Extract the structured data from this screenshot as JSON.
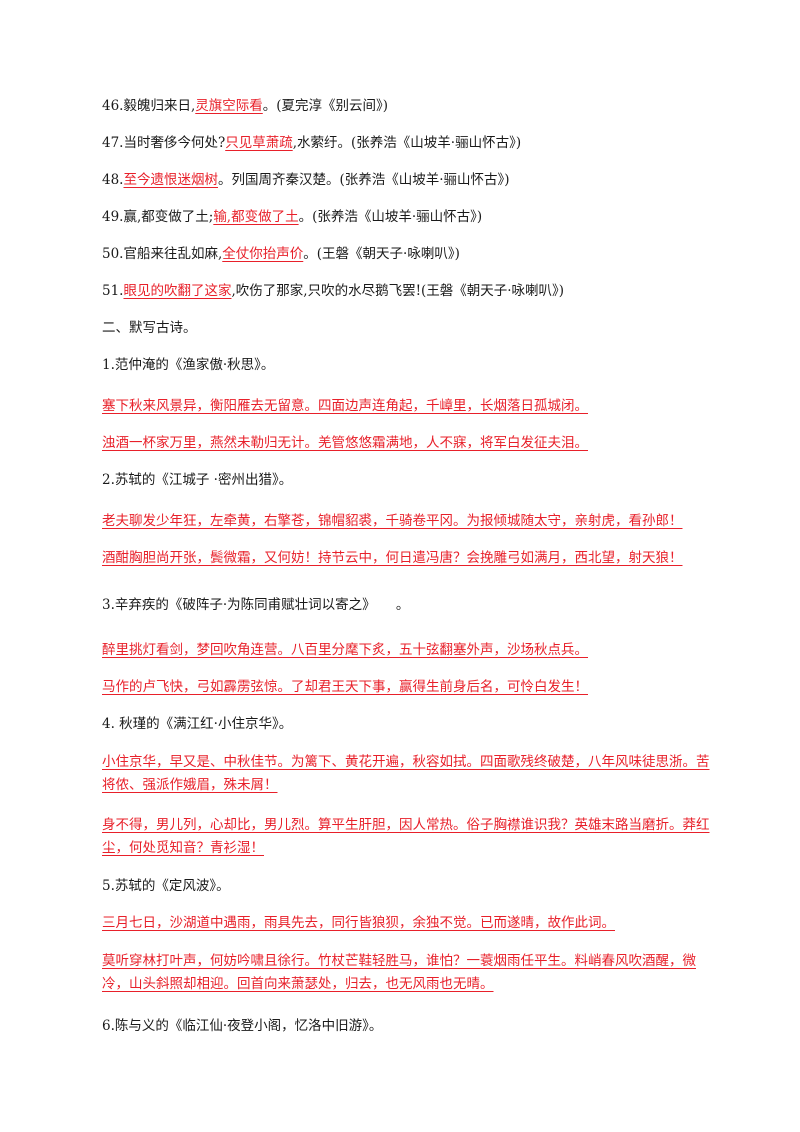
{
  "items": [
    {
      "pre": "46.毅魄归来日,",
      "hl": "灵旗空际看",
      "post": "。(夏完淳《别云间》)"
    },
    {
      "pre": "47.当时奢侈今何处?",
      "hl": "只见草萧疏",
      "post": ",水萦纡。(张养浩《山坡羊·骊山怀古》)"
    },
    {
      "pre": "48.",
      "hl": "至今遗恨迷烟树",
      "post": "。列国周齐秦汉楚。(张养浩《山坡羊·骊山怀古》)"
    },
    {
      "pre": "49.赢,都变做了土;",
      "hl": "输,都变做了土",
      "post": "。(张养浩《山坡羊·骊山怀古》)"
    },
    {
      "pre": "50.官船来往乱如麻,",
      "hl": "全仗你抬声价",
      "post": "。(王磐《朝天子·咏喇叭》)"
    },
    {
      "pre": "51.",
      "hl": "眼见的吹翻了这家",
      "post": ",吹伤了那家,只吹的水尽鹅飞罢!(王磐《朝天子·咏喇叭》)"
    }
  ],
  "section_title": "二、默写古诗。",
  "poems": [
    {
      "title": "1.范仲淹的《渔家傲·秋思》。",
      "lines": [
        "塞下秋来风景异，衡阳雁去无留意。四面边声连角起，千嶂里，长烟落日孤城闭。",
        "浊酒一杯家万里，燕然未勒归无计。羌管悠悠霜满地，人不寐，将军白发征夫泪。"
      ]
    },
    {
      "title": "2.苏轼的《江城子 ·密州出猎》。",
      "lines": [
        "老夫聊发少年狂，左牵黄，右擎苍，锦帽貂裘，千骑卷平冈。为报倾城随太守，亲射虎，看孙郎！",
        "酒酣胸胆尚开张，鬓微霜，又何妨！持节云中，何日遣冯唐？会挽雕弓如满月，西北望，射天狼！"
      ]
    },
    {
      "title": "3.辛弃疾的《破阵子·为陈同甫赋壮词以寄之》　　。",
      "lines": [
        "醉里挑灯看剑，梦回吹角连营。八百里分麾下炙，五十弦翻塞外声，沙场秋点兵。",
        "马作的卢飞快，弓如霹雳弦惊。了却君王天下事，赢得生前身后名，可怜白发生！"
      ]
    },
    {
      "title": "4. 秋瑾的《满江红·小住京华》。",
      "lines": [
        "小住京华，早又是、中秋佳节。为篱下、黄花开遍，秋容如拭。四面歌残终破楚，八年风味徒思浙。苦将侬、强派作娥眉，殊未屑！",
        "身不得，男儿列，心却比，男儿烈。算平生肝胆，因人常热。俗子胸襟谁识我？英雄末路当磨折。莽红尘，何处觅知音？青衫湿！"
      ]
    },
    {
      "title": "5.苏轼的《定风波》。",
      "lines": [
        "三月七日，沙湖道中遇雨，雨具先去，同行皆狼狈，余独不觉。已而遂晴，故作此词。",
        "莫听穿林打叶声，何妨吟啸且徐行。竹杖芒鞋轻胜马，谁怕？一蓑烟雨任平生。料峭春风吹酒醒，微冷，山头斜照却相迎。回首向来萧瑟处，归去，也无风雨也无晴。"
      ]
    },
    {
      "title": "6.陈与义的《临江仙·夜登小阁，忆洛中旧游》。",
      "lines": []
    }
  ]
}
